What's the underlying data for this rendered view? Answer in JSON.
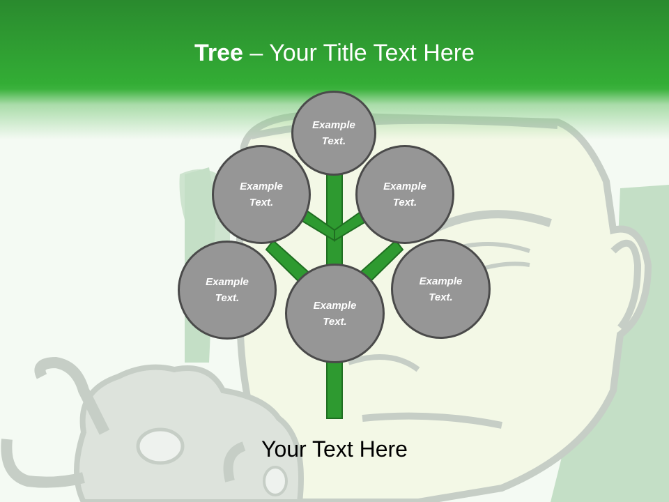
{
  "slide": {
    "title_bold": "Tree",
    "title_rest": " – Your Title Text Here",
    "caption": "Your Text Here"
  },
  "colors": {
    "header_green": "#33ad35",
    "stem_green": "#2e9a30",
    "stem_border": "#1f6e21",
    "node_fill": "#969696",
    "node_border": "#4a4a4a",
    "background": "#f4faf3"
  },
  "nodes": [
    {
      "id": "top",
      "line1": "Example",
      "line2": "Text."
    },
    {
      "id": "upper-left",
      "line1": "Example",
      "line2": "Text."
    },
    {
      "id": "upper-right",
      "line1": "Example",
      "line2": "Text."
    },
    {
      "id": "lower-left",
      "line1": "Example",
      "line2": "Text."
    },
    {
      "id": "center",
      "line1": "Example",
      "line2": "Text."
    },
    {
      "id": "lower-right",
      "line1": "Example",
      "line2": "Text."
    }
  ]
}
